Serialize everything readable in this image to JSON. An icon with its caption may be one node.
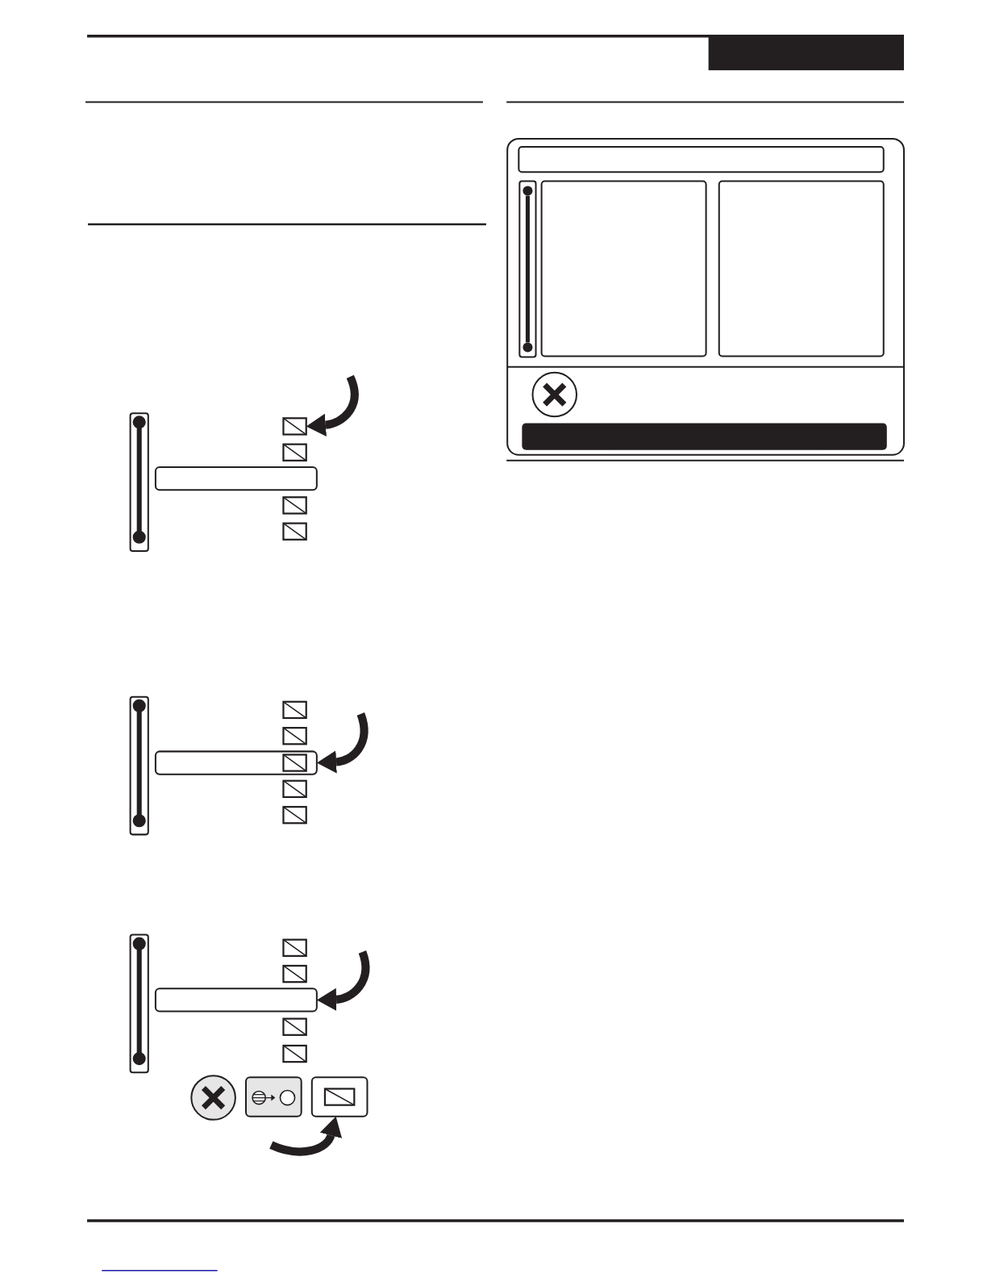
{
  "diagram": {
    "nodes": [
      {
        "text": [],
        "shape": "box"
      },
      {
        "text": [],
        "shape": "box"
      },
      {
        "text": [],
        "shape": "box"
      },
      {
        "text": [],
        "shape": "box"
      },
      {
        "text": [],
        "shape": "box"
      }
    ],
    "edges": [
      {
        "from": null,
        "to": 0,
        "arrow": "to"
      },
      {
        "from": null,
        "to": 2,
        "arrow": "to"
      },
      {
        "from": null,
        "to": 3,
        "arrow": "to"
      },
      {
        "from": null,
        "to": 4,
        "arrow": "to"
      }
    ]
  }
}
